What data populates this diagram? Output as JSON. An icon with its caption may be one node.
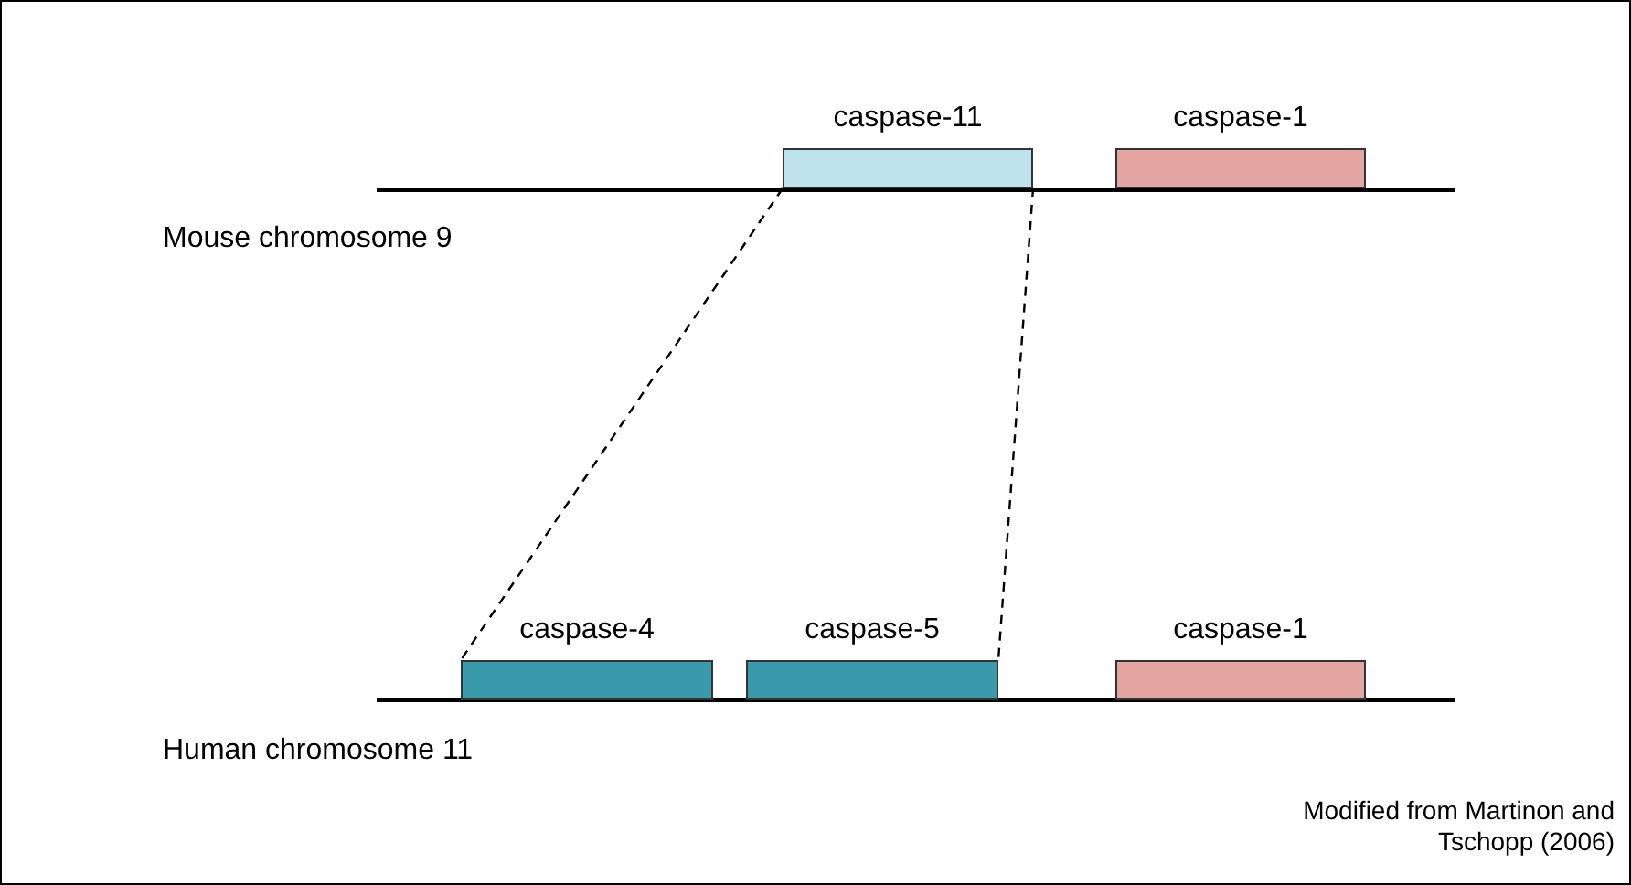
{
  "diagram": {
    "nodes": [
      {
        "text": [
          "caspase-11"
        ]
      },
      {
        "text": [
          "caspase-1"
        ]
      },
      {
        "text": [
          "caspase-4"
        ]
      },
      {
        "text": [
          "caspase-5"
        ]
      },
      {
        "text": [
          "caspase-1"
        ]
      }
    ],
    "edges": [
      {
        "from": 0,
        "to": 2,
        "arrow": "none",
        "style": "dashed"
      },
      {
        "from": 0,
        "to": 3,
        "arrow": "none",
        "style": "dashed"
      }
    ],
    "labels": [
      "Mouse chromosome 9",
      "Human chromosome 11",
      "Modified from Martinon and Tschopp (2006)"
    ]
  }
}
